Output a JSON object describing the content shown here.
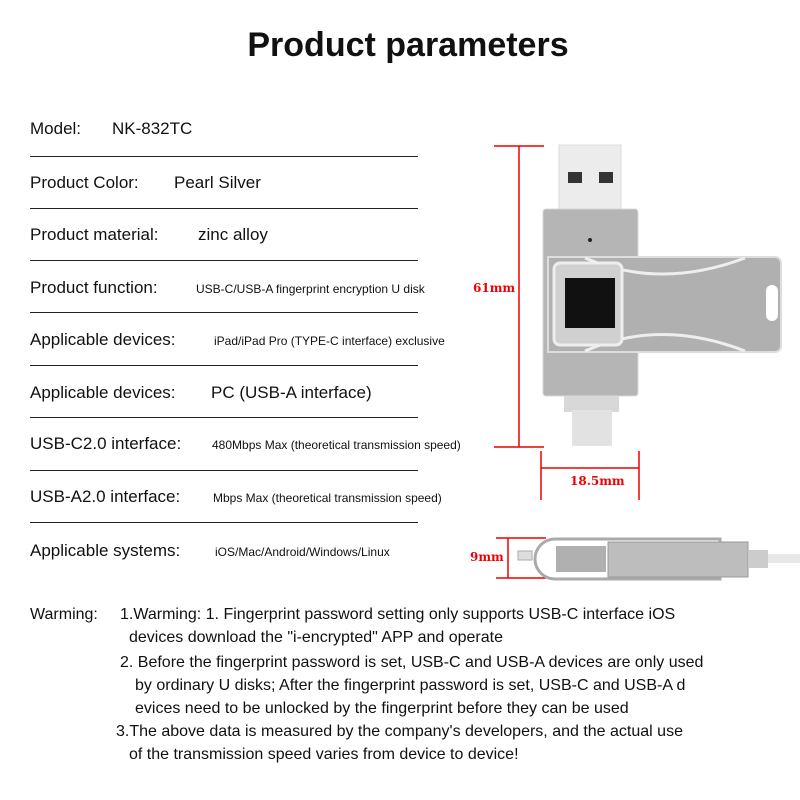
{
  "title": "Product parameters",
  "specs": [
    {
      "label": "Model:",
      "value": "NK-832TC"
    },
    {
      "label": "Product Color:",
      "value": "Pearl Silver"
    },
    {
      "label": "Product material:",
      "value": "zinc alloy"
    },
    {
      "label": "Product function:",
      "value": "USB-C/USB-A fingerprint encryption U disk"
    },
    {
      "label": "Applicable devices:",
      "value": "iPad/iPad Pro (TYPE-C interface) exclusive"
    },
    {
      "label": "Applicable devices:",
      "value": "PC (USB-A interface)"
    },
    {
      "label": "USB-C2.0 interface:",
      "value": "480Mbps Max (theoretical transmission speed)"
    },
    {
      "label": "USB-A2.0 interface:",
      "value": "Mbps Max (theoretical transmission speed)"
    },
    {
      "label": "Applicable systems:",
      "value": "iOS/Mac/Android/Windows/Linux"
    }
  ],
  "dimensions": {
    "height": "61mm",
    "width": "18.5mm",
    "thickness": "9mm"
  },
  "warning": {
    "label": "Warming:",
    "lines": [
      "1.Warming: 1. Fingerprint password setting only supports USB-C interface iOS",
      "devices download the \"i-encrypted\" APP and operate",
      "2. Before the fingerprint password is set, USB-C and USB-A devices are only used",
      "by ordinary U disks; After the fingerprint password is set, USB-C and USB-A d",
      "evices need to be unlocked by the fingerprint before they can be used",
      "3.The above data is measured by the company's developers, and the actual use",
      "of the transmission speed varies from device to device!"
    ]
  },
  "colors": {
    "dimension": "#ee0000",
    "metal": "#b8b8b8"
  }
}
